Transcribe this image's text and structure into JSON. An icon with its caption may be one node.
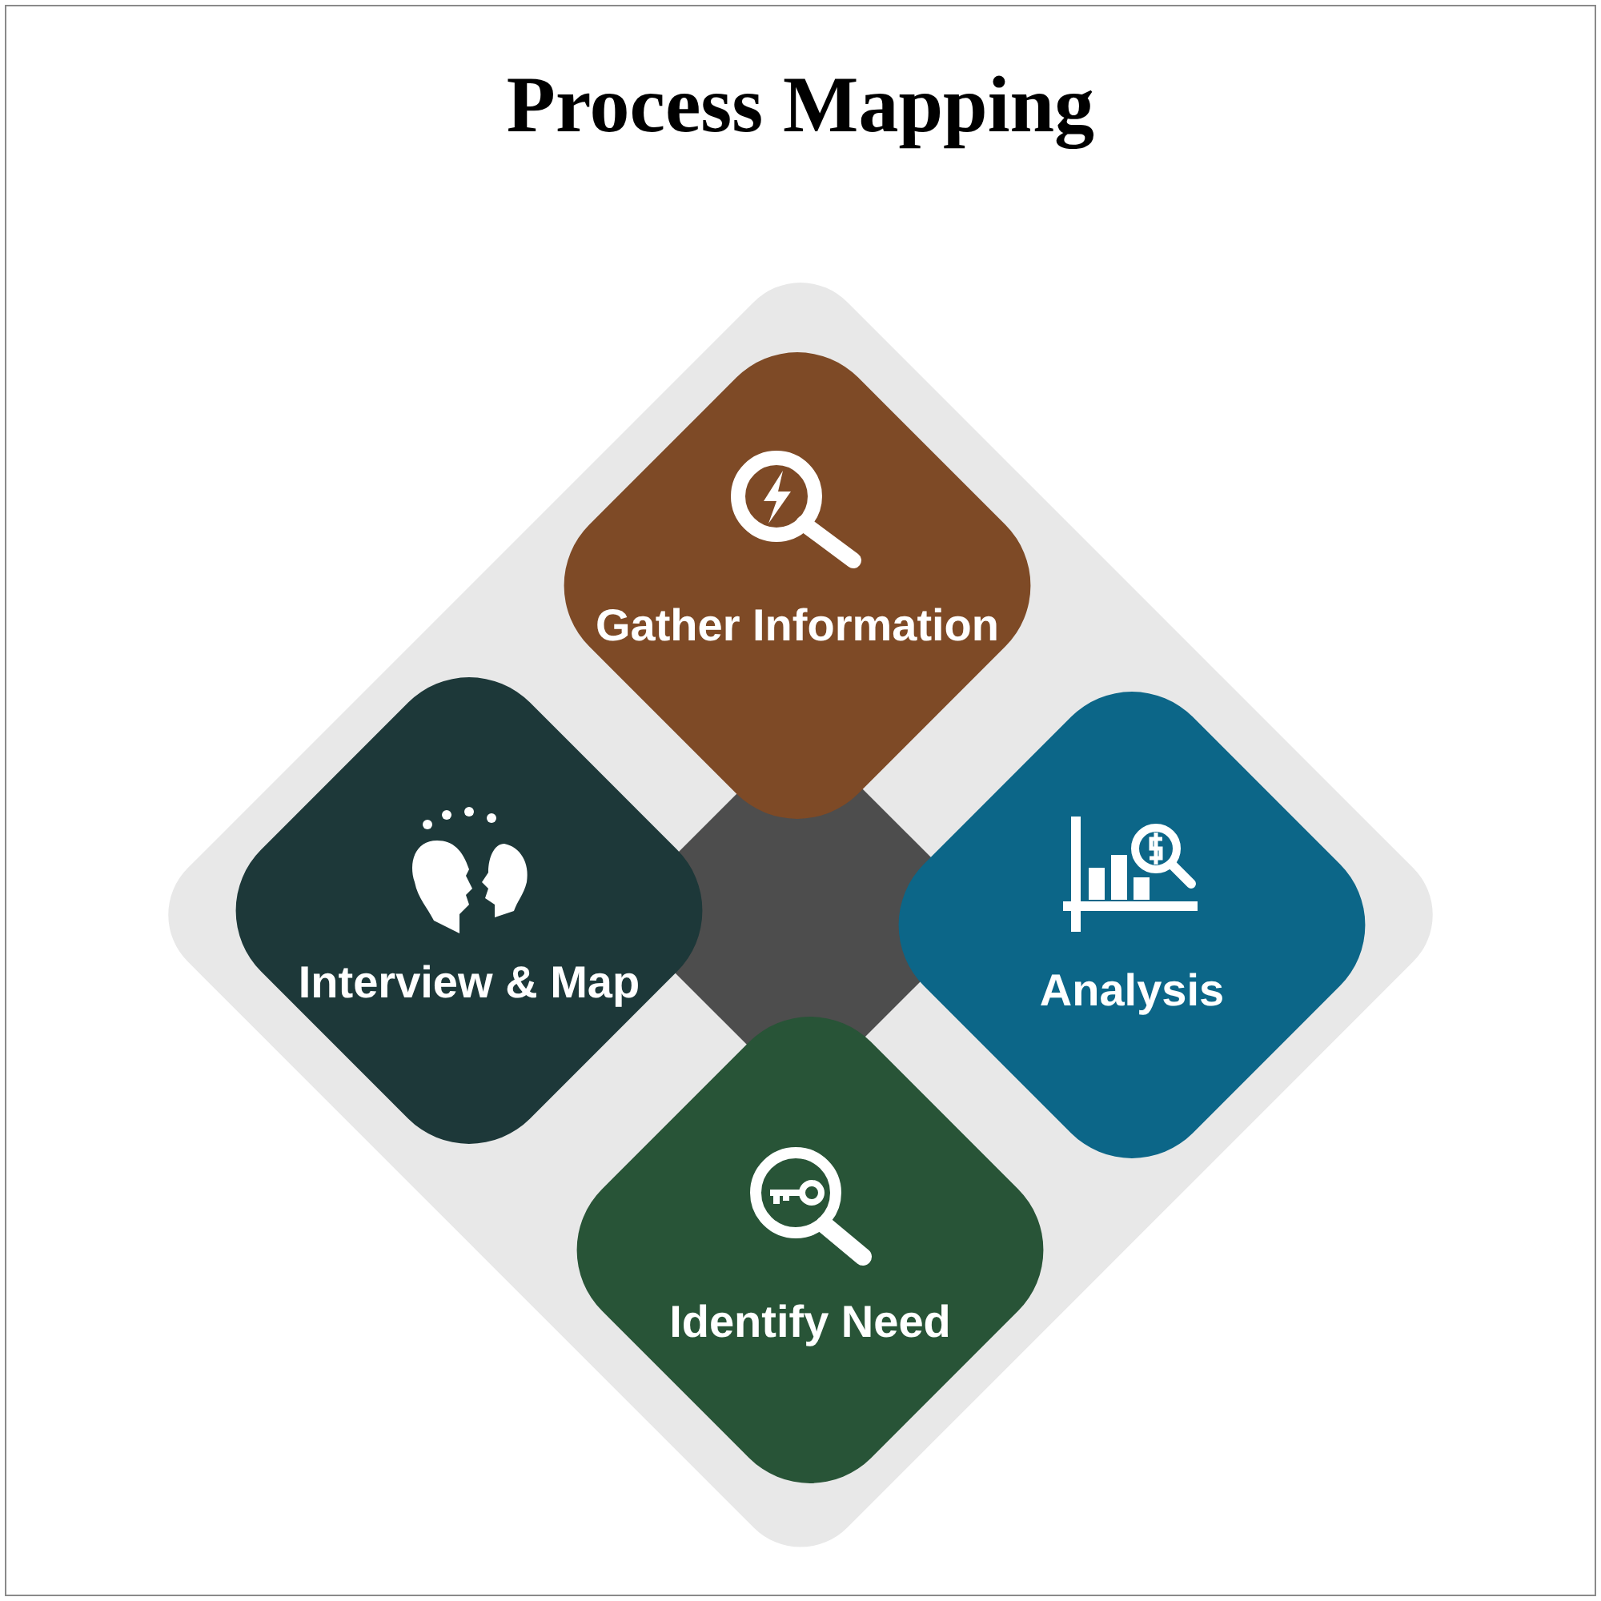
{
  "diagram": {
    "title": "Process Mapping",
    "nodes": [
      {
        "text": [
          "Gather Information"
        ]
      },
      {
        "text": [
          "Interview & Map"
        ]
      },
      {
        "text": [
          "Analysis"
        ]
      },
      {
        "text": [
          "Identify Need"
        ]
      },
      {
        "text": [],
        "shape": "diamond"
      }
    ],
    "edges": []
  }
}
